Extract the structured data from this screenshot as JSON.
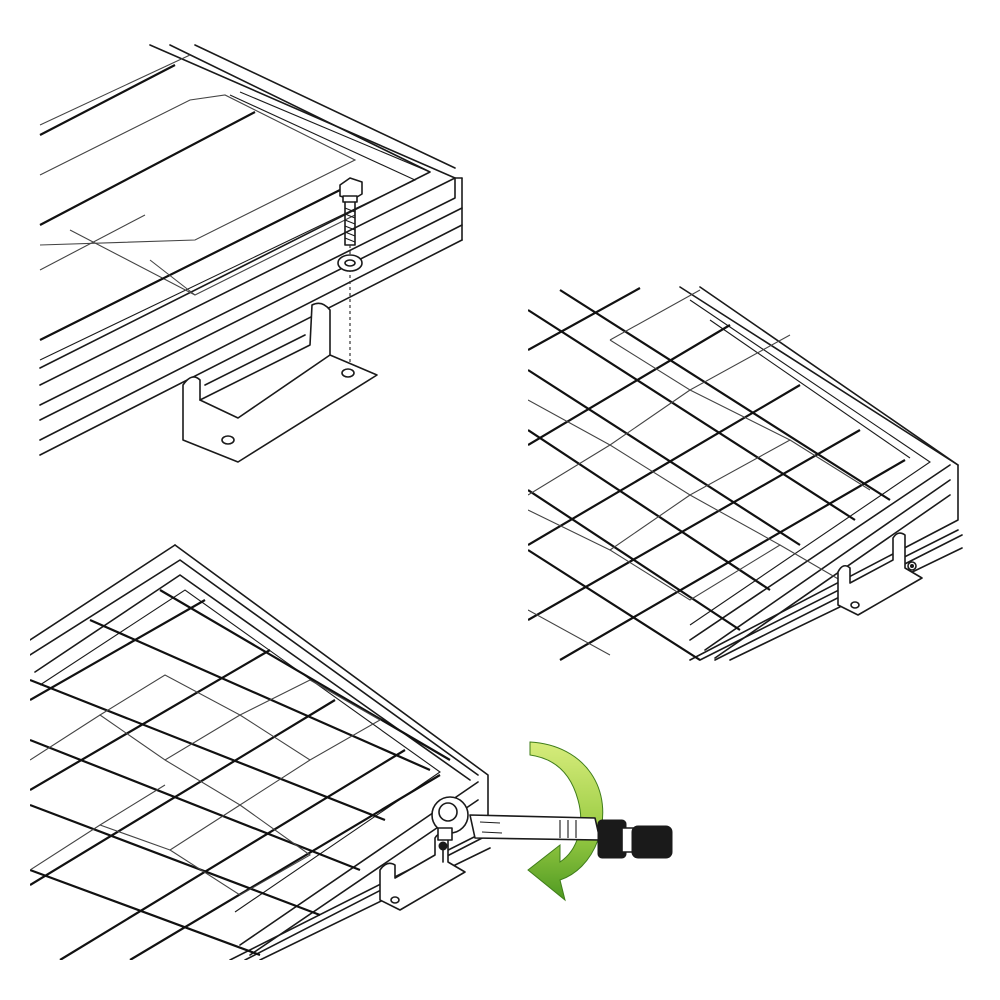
{
  "diagram": {
    "panels": [
      {
        "name": "bolt-insertion-step"
      },
      {
        "name": "mounted-bracket-step"
      },
      {
        "name": "tightening-step"
      }
    ],
    "colors": {
      "line": "#1a1a1a",
      "background": "#ffffff",
      "arrow_green_light": "#c8e36a",
      "arrow_green_dark": "#4f9a22",
      "wrench_dark": "#1a1a1a"
    },
    "icons": [
      "hex-bolt-icon",
      "washer-icon",
      "z-bracket-icon",
      "torque-wrench-icon",
      "rotation-arrow-icon"
    ]
  }
}
